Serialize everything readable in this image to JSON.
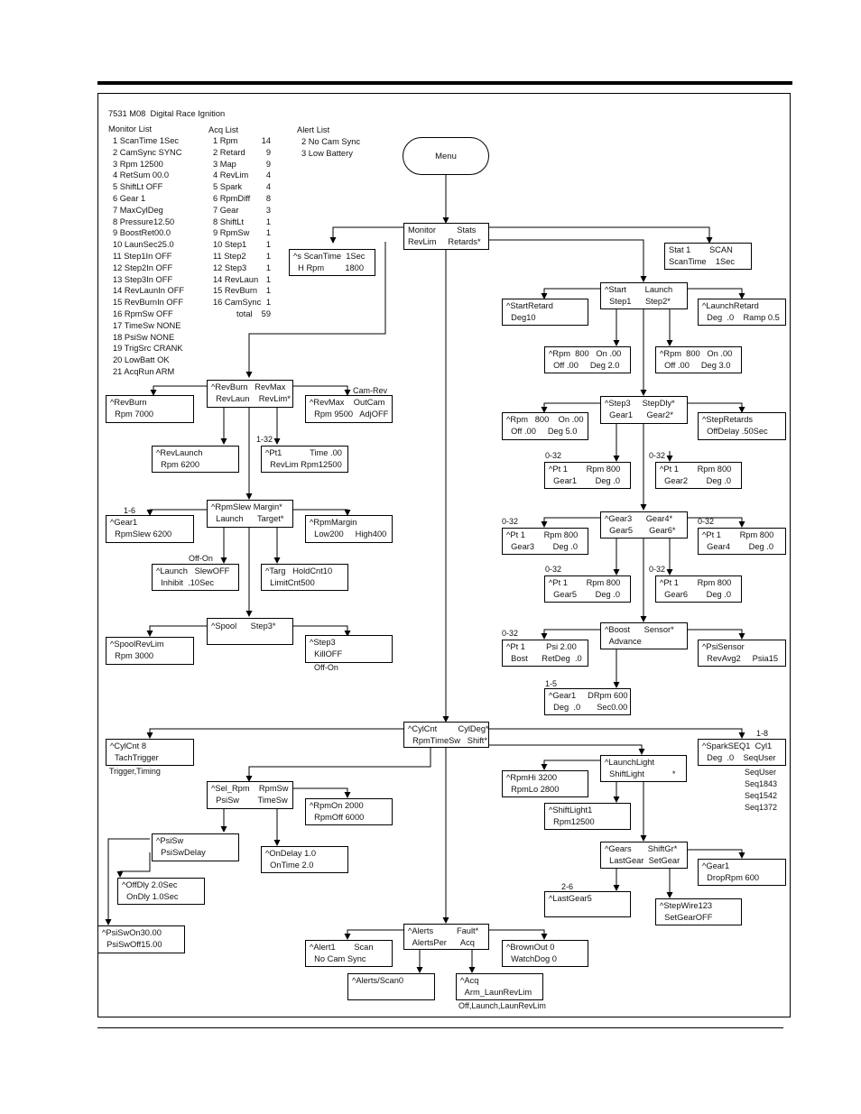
{
  "header": {
    "title": "7531 M08  Digital Race Ignition"
  },
  "monitor_list": {
    "heading": "Monitor List",
    "items": [
      "1 ScanTime 1Sec",
      "2 CamSync SYNC",
      "3 Rpm 12500",
      "4 RetSum 00.0",
      "5 ShiftLt OFF",
      "6 Gear 1",
      "7 MaxCylDeg",
      "8 Pressure12.50",
      "9 BoostRet00.0",
      "10 LaunSec25.0",
      "11 Step1In OFF",
      "12 Step2In OFF",
      "13 Step3In OFF",
      "14 RevLaunIn OFF",
      "15 RevBurnIn OFF",
      "16 RpmSw OFF",
      "17 TimeSw NONE",
      "18 PsiSw NONE",
      "19 TrigSrc CRANK",
      "20 LowBatt OK",
      "21 AcqRun ARM"
    ]
  },
  "acq_list": {
    "heading": "Acq List",
    "names": [
      "1 Rpm",
      "2 Retard",
      "3 Map",
      "4 RevLim",
      "5 Spark",
      "6 RpmDiff",
      "7 Gear",
      "8 ShiftLt",
      "9 RpmSw",
      "10 Step1",
      "11 Step2",
      "12 Step3",
      "14 RevLaun",
      "15 RevBurn",
      "16 CamSync",
      "total"
    ],
    "counts": [
      "14",
      "9",
      "9",
      "4",
      "4",
      "8",
      "3",
      "1",
      "1",
      "1",
      "1",
      "1",
      "1",
      "1",
      "1",
      "59"
    ]
  },
  "alert_list": {
    "heading": "Alert List",
    "items": [
      "2 No Cam Sync",
      "3 Low Battery"
    ]
  },
  "nodes": {
    "menu": "Menu",
    "monitor_stats": "Monitor         Stats\nRevLim     Retards*",
    "scantime": "^s ScanTime  1Sec\n  H Rpm         1800",
    "stat1": "Stat 1        SCAN\nScanTime    1Sec",
    "start_launch": "^Start        Launch\n  Step1      Step2*",
    "start_retard": "^StartRetard\n  Deg10",
    "launch_retard": "^LaunchRetard\n  Deg  .0    Ramp 0.5",
    "rpm_step1": "^Rpm  800   On .00\n  Off .00     Deg 2.0",
    "rpm_step2": "^Rpm  800   On .00\n  Off .00     Deg 3.0",
    "revburn": "^RevBurn   RevMax\n  RevLaun    RevLim*",
    "revburn_rpm": "^RevBurn\n  Rpm 7000",
    "revmax_outcam": "^RevMax    OutCam\n  Rpm 9500   AdjOFF",
    "revlaunch": "^RevLaunch\n  Rpm 6200",
    "pt1_revlim": "^Pt1            Time .00\n  RevLim Rpm12500",
    "step3_stepdly": "^Step3     StepDly*\n  Gear1      Gear2*",
    "rpm_step3": "^Rpm   800    On .00\n  Off .00     Deg 5.0",
    "step_retards": "^StepRetards\n  OffDelay .50Sec",
    "pt1_gear1": "^Pt 1        Rpm 800\n  Gear1        Deg .0",
    "pt1_gear2": "^Pt 1        Rpm 800\n  Gear2        Deg .0",
    "rpmslew": "^RpmSlew Margin*\n  Launch      Target*",
    "gear1_slew": "^Gear1\n  RpmSlew 6200",
    "rpm_margin": "^RpmMargin\n  Low200     High400",
    "launch_slew": "^Launch   SlewOFF\n  Inhibit  .10Sec",
    "targ_hold": "^Targ   HoldCnt10\n  LimitCnt500",
    "gear3_gear4": "^Gear3      Gear4*\n  Gear5       Gear6*",
    "pt1_gear3": "^Pt 1        Rpm 800\n  Gear3        Deg .0",
    "pt1_gear4": "^Pt 1        Rpm 800\n  Gear4        Deg .0",
    "pt1_gear5": "^Pt 1        Rpm 800\n  Gear5        Deg .0",
    "pt1_gear6": "^Pt 1        Rpm 800\n  Gear6        Deg .0",
    "spool_step3": "^Spool      Step3*",
    "spool_revlim": "^SpoolRevLim\n  Rpm 3000",
    "step3_kill": "^Step3\n  KillOFF",
    "boost_sensor": "^Boost      Sensor*\n  Advance",
    "pt1_bost": "^Pt 1         Psi 2.00\n  Bost      RetDeg  .0",
    "psi_sensor": "^PsiSensor\n  RevAvg2     Psia15",
    "gear1_drpm": "^Gear1     DRpm 600\n  Deg  .0       Sec0.00",
    "cylcnt": "^CylCnt         CylDeg*\n  RpmTimeSw   Shift*",
    "cylcnt8": "^CylCnt 8\n  TachTrigger",
    "spark_seq": "^SparkSEQ1  Cyl1\n  Deg  .0    SeqUser",
    "launchlight": "^LaunchLight\n  ShiftLight            *",
    "rpmhi": "^RpmHi 3200\n  RpmLo 2800",
    "shiftlight1": "^ShiftLight1\n  Rpm12500",
    "sel_rpm": "^Sel_Rpm    RpmSw\n  PsiSw        TimeSw",
    "rpmon": "^RpmOn 2000\n  RpmOff 6000",
    "psisw": "^PsiSw\n  PsiSwDelay",
    "ondelay": "^OnDelay 1.0\n  OnTime 2.0",
    "offdly": "^OffDly 2.0Sec\n  OnDly 1.0Sec",
    "gears_shiftgr": "^Gears       ShiftGr*\n  LastGear  SetGear",
    "gear1_droprpm": "^Gear1\n  DropRpm 600",
    "lastgear5": "^LastGear5",
    "stepwire": "^StepWire123\n  SetGearOFF",
    "psiswon": "^PsiSwOn30.00\n  PsiSwOff15.00",
    "alerts_fault": "^Alerts          Fault*\n  AlertsPer      Acq",
    "alert1_scan": "^Alert1        Scan\n  No Cam Sync",
    "brownout": "^BrownOut 0\n  WatchDog 0",
    "alerts_scan0": "^Alerts/Scan0",
    "acq_arm": "^Acq\n  Arm_LaunRevLim"
  },
  "labels": {
    "cam_rev": "Cam-Rev",
    "range_1_32": "1-32",
    "range_1_6": "1-6",
    "off_on_launch": "Off-On",
    "off_on_step3": "Off-On",
    "range_0_32_g1": "0-32",
    "range_0_32_g2": "0-32",
    "range_0_32_g3": "0-32",
    "range_0_32_g4": "0-32",
    "range_0_32_g5": "0-32",
    "range_0_32_g6": "0-32",
    "range_0_32_bost": "0-32",
    "range_1_5": "1-5",
    "range_1_8": "1-8",
    "trigger_timing": "Trigger,Timing",
    "seq_options": "SeqUser\nSeq1843\nSeq1542\nSeq1372",
    "range_2_6": "2-6",
    "acq_options": "Off,Launch,LaunRevLim"
  }
}
